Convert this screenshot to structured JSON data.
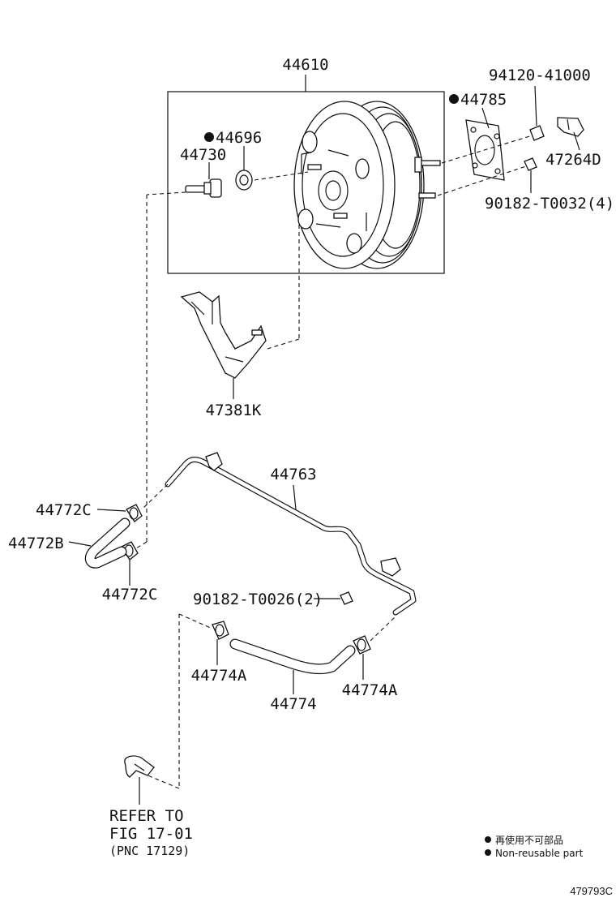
{
  "callouts": {
    "booster_assembly": "44610",
    "check_valve": "44730",
    "grommet": "44696",
    "gasket": "44785",
    "cap": "94120-41000",
    "retainer": "47264D",
    "nut_booster": "90182-T0032(4)",
    "bracket": "47381K",
    "vacuum_pipe": "44763",
    "clip_upper": "44772C",
    "hose_short": "44772B",
    "clip_lower": "44772C",
    "nut_pipe": "90182-T0026(2)",
    "clip_hose_left": "44774A",
    "hose_long": "44774",
    "clip_hose_right": "44774A"
  },
  "refer": {
    "line1": "REFER TO",
    "line2": "FIG 17-01",
    "line3": "(PNC 17129)"
  },
  "legend": {
    "jp": "再使用不可部品",
    "en": "Non-reusable part"
  },
  "illustration_id": "479793C"
}
